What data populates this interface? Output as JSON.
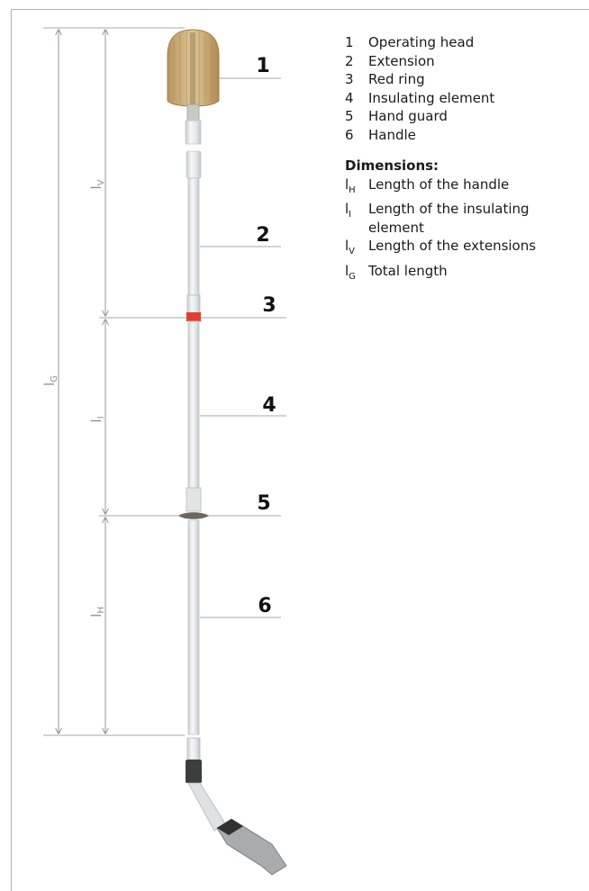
{
  "legend": {
    "items": [
      {
        "num": "1",
        "label": "Operating head"
      },
      {
        "num": "2",
        "label": "Extension"
      },
      {
        "num": "3",
        "label": "Red ring"
      },
      {
        "num": "4",
        "label": "Insulating element"
      },
      {
        "num": "5",
        "label": "Hand guard"
      },
      {
        "num": "6",
        "label": "Handle"
      }
    ],
    "dimensions_title": "Dimensions:",
    "dimensions": [
      {
        "base": "l",
        "sub": "H",
        "label": "Length of the handle"
      },
      {
        "base": "l",
        "sub": "I",
        "label": "Length of the insulating element"
      },
      {
        "base": "l",
        "sub": "V",
        "label": "Length of the extensions"
      },
      {
        "base": "l",
        "sub": "G",
        "label": "Total length"
      }
    ]
  },
  "callouts": [
    "1",
    "2",
    "3",
    "4",
    "5",
    "6"
  ],
  "dim_labels": {
    "lG": "lG",
    "lV": "lV",
    "lI": "lI",
    "lH": "lH"
  },
  "colors": {
    "frame": "#a9b2bd",
    "dim_line": "#a0a8b0",
    "tube": "#eceef0",
    "tube_edge": "#c2c7cc",
    "brush": "#c8aa78",
    "red_ring": "#e0402e",
    "guard": "#6d675f",
    "grip": "#3a3e3c"
  }
}
